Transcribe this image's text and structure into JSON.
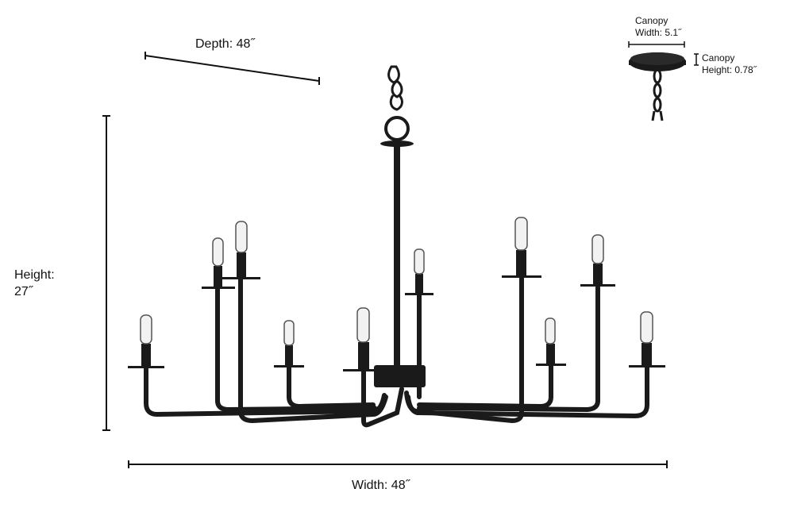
{
  "dimensions": {
    "depth": "Depth: 48˝",
    "height_line1": "Height:",
    "height_line2": "27˝",
    "width": "Width: 48˝"
  },
  "canopy": {
    "width_line1": "Canopy",
    "width_line2": "Width: 5.1˝",
    "height_line1": "Canopy",
    "height_line2": "Height: 0.78˝"
  },
  "colors": {
    "fixture": "#1a1a1a",
    "bulb_glass": "#f2f2f2",
    "dimension_line": "#111111"
  }
}
